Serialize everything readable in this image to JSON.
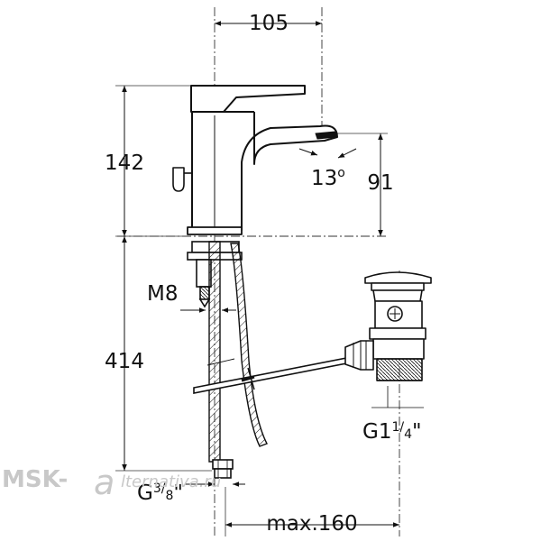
{
  "dimensions": {
    "width_spout": "105",
    "height_total": "142",
    "height_spout": "91",
    "spout_angle": "13",
    "spout_angle_unit": "o",
    "below_deck": "414",
    "thread_rod": "M8",
    "waste_thread_main": "G1",
    "waste_thread_num": "1",
    "waste_thread_den": "4",
    "waste_thread_suffix": "\"",
    "hose_thread_main": "G",
    "hose_thread_num": "3",
    "hose_thread_den": "8",
    "hose_thread_suffix": "\"",
    "max_reach": "max.160"
  },
  "watermark": {
    "left": "MSK-",
    "mark": "a",
    "script": "lternativa.ru"
  },
  "colors": {
    "line": "#111111",
    "watermark": "#c8c8c8"
  }
}
